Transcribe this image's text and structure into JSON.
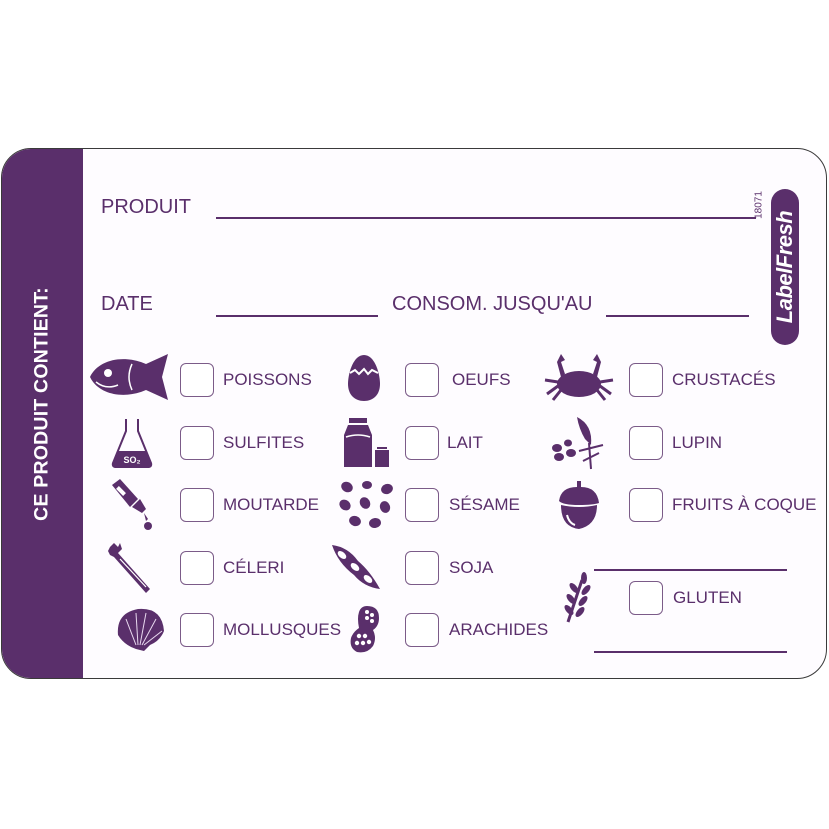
{
  "sidebar": {
    "title": "CE PRODUIT CONTIENT:"
  },
  "brand": {
    "name": "LabelFresh",
    "code": "18071"
  },
  "fields": {
    "product_label": "PRODUIT",
    "date_label": "DATE",
    "use_by_label": "CONSOM. JUSQU'AU"
  },
  "allergens": [
    {
      "label": "POISSONS",
      "icon": "fish-icon",
      "checked": false
    },
    {
      "label": "OEUFS",
      "icon": "egg-icon",
      "checked": false
    },
    {
      "label": "CRUSTACÉS",
      "icon": "crab-icon",
      "checked": false
    },
    {
      "label": "SULFITES",
      "icon": "flask-so2-icon",
      "icon_text": "SO₂",
      "checked": false
    },
    {
      "label": "LAIT",
      "icon": "milk-icon",
      "checked": false
    },
    {
      "label": "LUPIN",
      "icon": "lupin-icon",
      "checked": false
    },
    {
      "label": "MOUTARDE",
      "icon": "mustard-bottle-icon",
      "checked": false
    },
    {
      "label": "SÉSAME",
      "icon": "sesame-seeds-icon",
      "checked": false
    },
    {
      "label": "FRUITS À COQUE",
      "icon": "acorn-icon",
      "checked": false
    },
    {
      "label": "CÉLERI",
      "icon": "celery-icon",
      "checked": false
    },
    {
      "label": "SOJA",
      "icon": "soy-pod-icon",
      "checked": false
    },
    {
      "label": "GLUTEN",
      "icon": "wheat-icon",
      "checked": false
    },
    {
      "label": "MOLLUSQUES",
      "icon": "shell-icon",
      "checked": false
    },
    {
      "label": "ARACHIDES",
      "icon": "peanut-icon",
      "checked": false
    }
  ],
  "colors": {
    "accent": "#5a2f6b",
    "background": "#fefcff",
    "border": "#3a3a3a"
  }
}
